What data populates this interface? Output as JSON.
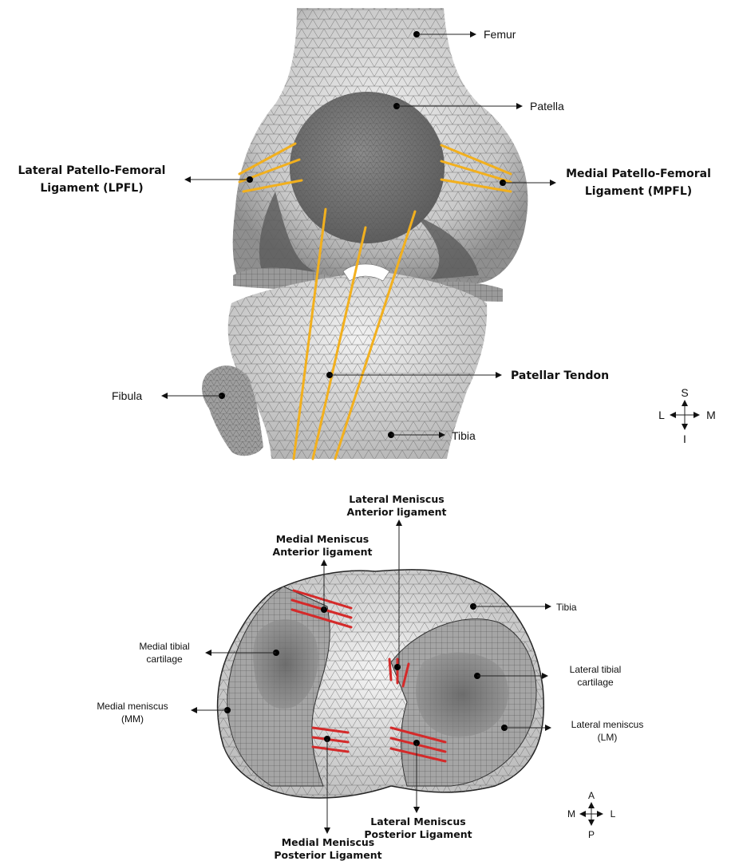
{
  "knee_figure": {
    "labels": {
      "femur": "Femur",
      "patella": "Patella",
      "lpfl_line1": "Lateral Patello-Femoral",
      "lpfl_line2": "Ligament (LPFL)",
      "mpfl_line1": "Medial Patello-Femoral",
      "mpfl_line2": "Ligament (MPFL)",
      "patellar_tendon": "Patellar Tendon",
      "fibula": "Fibula",
      "tibia": "Tibia"
    },
    "orientation": {
      "up": "S",
      "down": "I",
      "left": "L",
      "right": "M"
    },
    "colors": {
      "ligament": "#f2b01e",
      "bone_light": "#d9d9d9",
      "bone_dark": "#7a7a7a",
      "mesh": "#555555"
    }
  },
  "plateau_figure": {
    "labels": {
      "lma_line1": "Lateral Meniscus",
      "lma_line2": "Anterior ligament",
      "mma_line1": "Medial Meniscus",
      "mma_line2": "Anterior ligament",
      "tibia": "Tibia",
      "mtc_line1": "Medial tibial",
      "mtc_line2": "cartilage",
      "ltc_line1": "Lateral tibial",
      "ltc_line2": "cartilage",
      "mm_line1": "Medial meniscus",
      "mm_line2": "(MM)",
      "lm_line1": "Lateral meniscus",
      "lm_line2": "(LM)",
      "lmp_line1": "Lateral Meniscus",
      "lmp_line2": "Posterior Ligament",
      "mmp_line1": "Medial Meniscus",
      "mmp_line2": "Posterior Ligament"
    },
    "orientation": {
      "up": "A",
      "down": "P",
      "left": "M",
      "right": "L"
    },
    "colors": {
      "ligament": "#d42a2a",
      "surface": "#e8e8e8",
      "meniscus": "#9a9a9a"
    }
  }
}
